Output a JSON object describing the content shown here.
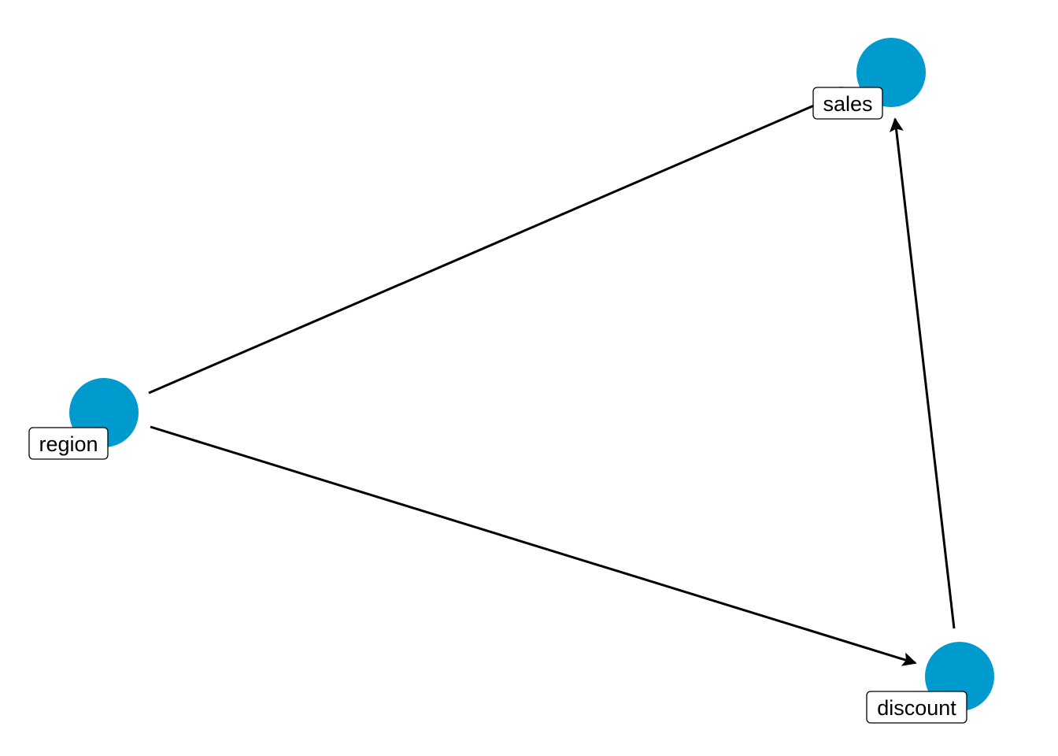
{
  "diagram": {
    "node_color": "#009BCE",
    "edge_color": "#000000",
    "nodes": [
      {
        "id": "sales",
        "label": "sales"
      },
      {
        "id": "region",
        "label": "region"
      },
      {
        "id": "discount",
        "label": "discount"
      }
    ],
    "edges": [
      {
        "from": "region",
        "to": "sales"
      },
      {
        "from": "region",
        "to": "discount"
      },
      {
        "from": "discount",
        "to": "sales"
      }
    ]
  }
}
